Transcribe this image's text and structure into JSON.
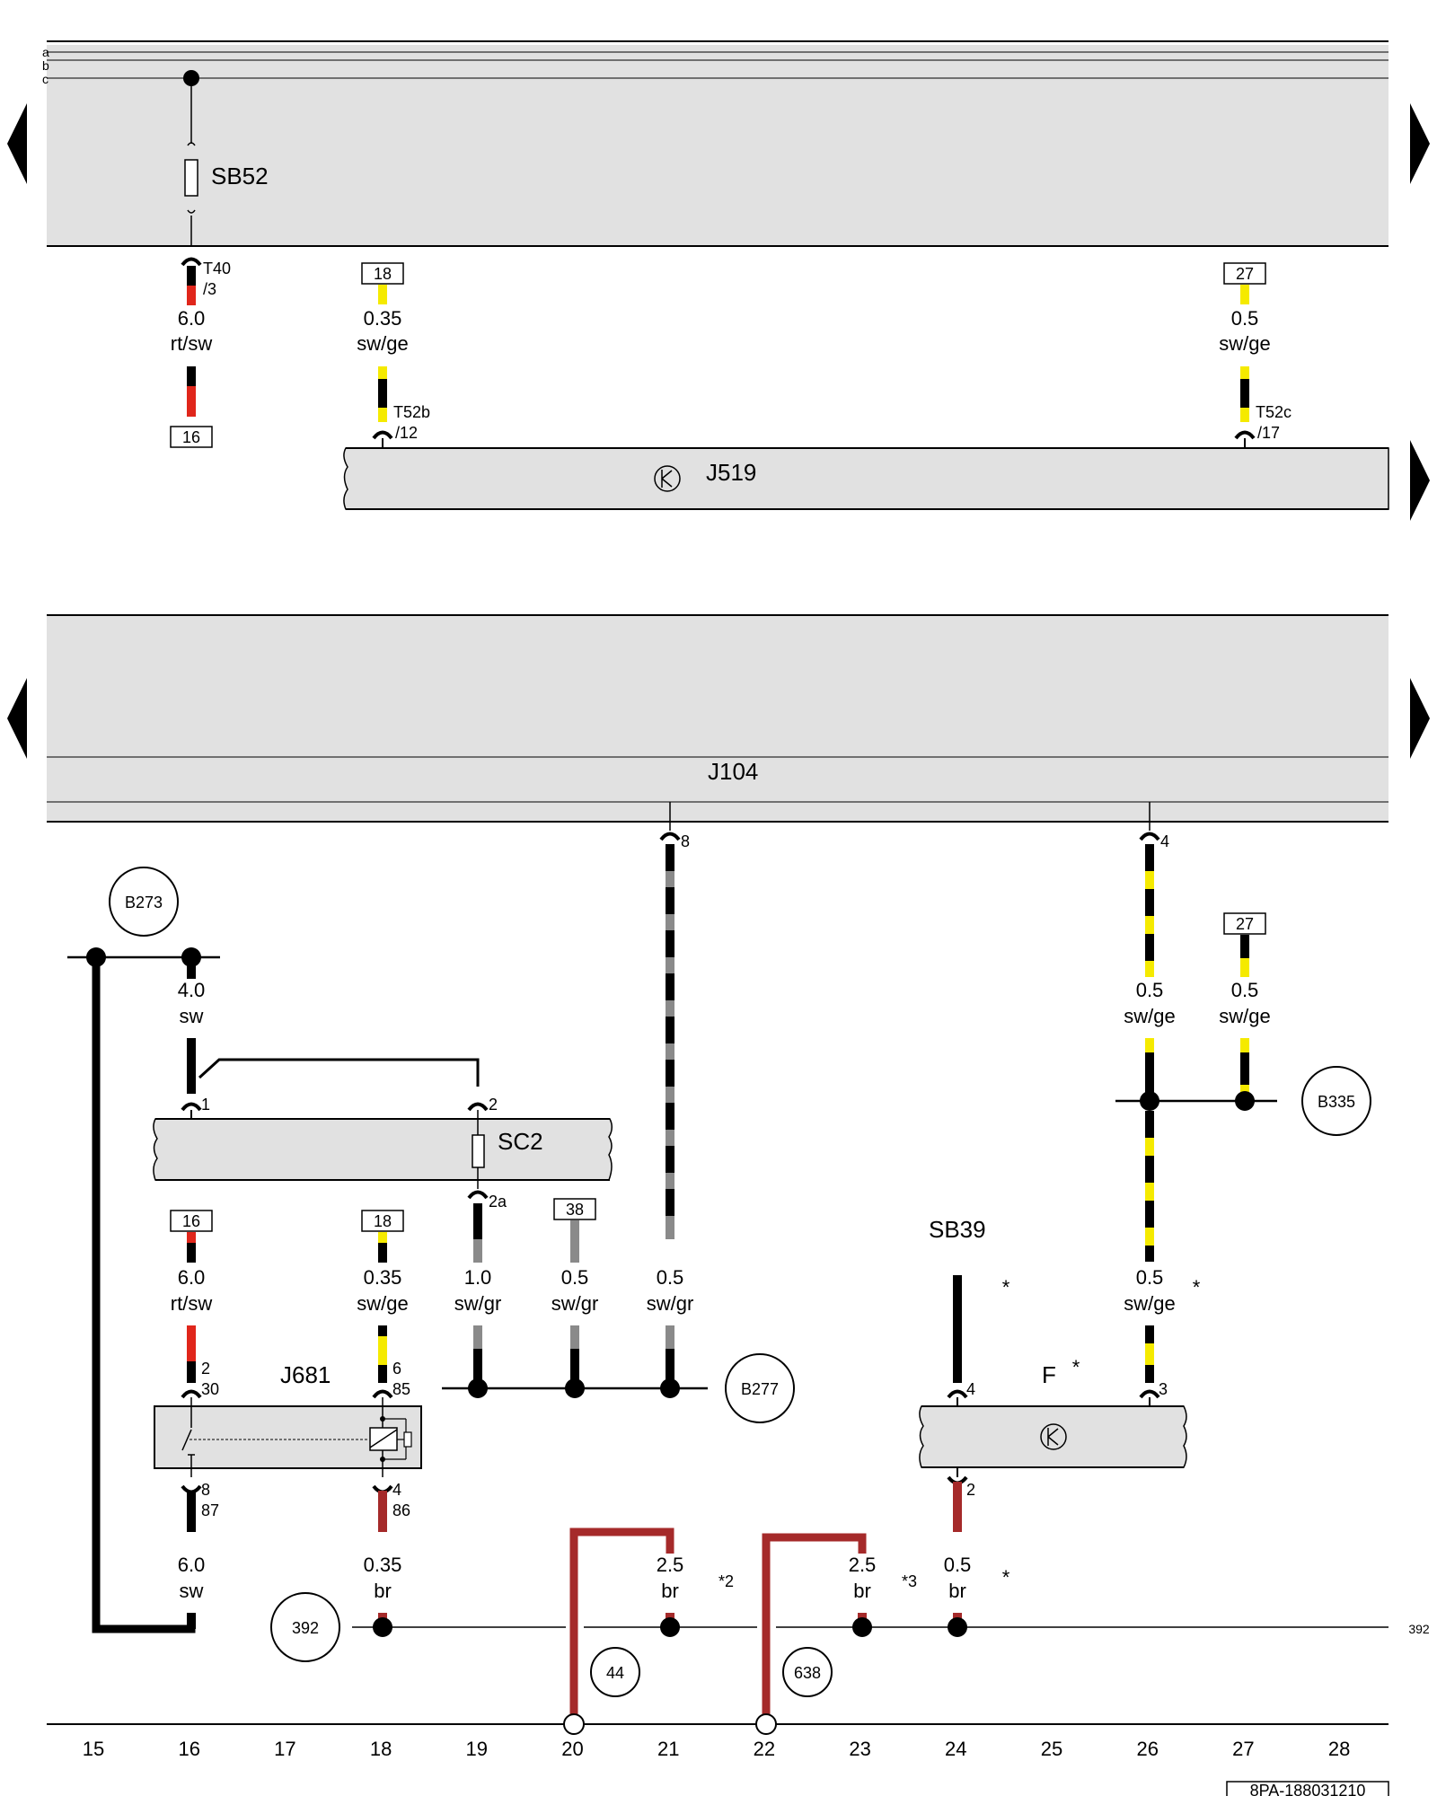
{
  "bus_labels": [
    "a",
    "b",
    "c"
  ],
  "components": {
    "sb52": "SB52",
    "j519": "J519",
    "j104": "J104",
    "sc2": "SC2",
    "j681": "J681",
    "sb39": "SB39",
    "f": "F"
  },
  "pins": {
    "t40": "T40",
    "t40_pin": "/3",
    "t52b": "T52b",
    "t52b_pin": "/12",
    "t52c": "T52c",
    "t52c_pin": "/17",
    "j104_8": "8",
    "j104_4": "4",
    "sc2_1": "1",
    "sc2_2": "2",
    "sc2_2a": "2a",
    "j681_2": "2",
    "j681_30": "30",
    "j681_6": "6",
    "j681_85": "85",
    "j681_8": "8",
    "j681_87": "87",
    "j681_4": "4",
    "j681_86": "86",
    "f_4": "4",
    "f_3": "3",
    "f_2": "2"
  },
  "boxes": {
    "b18_top": "18",
    "b27_top": "27",
    "b16_top": "16",
    "b27_mid": "27",
    "b16_low": "16",
    "b18_low": "18",
    "b38_low": "38"
  },
  "wires": {
    "w_t40": {
      "size": "6.0",
      "color": "rt/sw"
    },
    "w_t52b": {
      "size": "0.35",
      "color": "sw/ge"
    },
    "w_t52c": {
      "size": "0.5",
      "color": "sw/ge"
    },
    "w_b273": {
      "size": "4.0",
      "color": "sw"
    },
    "w_j104_4": {
      "size": "0.5",
      "color": "sw/ge"
    },
    "w_27": {
      "size": "0.5",
      "color": "sw/ge"
    },
    "w_16": {
      "size": "6.0",
      "color": "rt/sw"
    },
    "w_18": {
      "size": "0.35",
      "color": "sw/ge"
    },
    "w_sc2a": {
      "size": "1.0",
      "color": "sw/gr"
    },
    "w_38": {
      "size": "0.5",
      "color": "sw/gr"
    },
    "w_j104_8": {
      "size": "0.5",
      "color": "sw/gr"
    },
    "w_f3": {
      "size": "0.5",
      "color": "sw/ge"
    },
    "w_87": {
      "size": "6.0",
      "color": "sw"
    },
    "w_86": {
      "size": "0.35",
      "color": "br"
    },
    "w_21": {
      "size": "2.5",
      "color": "br"
    },
    "w_23": {
      "size": "2.5",
      "color": "br"
    },
    "w_f2": {
      "size": "0.5",
      "color": "br"
    }
  },
  "notes": {
    "star": "*",
    "star2": "*2",
    "star3": "*3"
  },
  "connectors": {
    "b273": "B273",
    "b335": "B335",
    "b277": "B277",
    "c392": "392",
    "c44": "44",
    "c638": "638",
    "right392": "392"
  },
  "columns": [
    "15",
    "16",
    "17",
    "18",
    "19",
    "20",
    "21",
    "22",
    "23",
    "24",
    "25",
    "26",
    "27",
    "28"
  ],
  "doc_id": "8PA-188031210",
  "colors": {
    "panel": "#e1e1e1",
    "red": "#e0261b",
    "yellow": "#f5ea00",
    "grey": "#8a8a8a",
    "brown": "#a52a2a"
  }
}
